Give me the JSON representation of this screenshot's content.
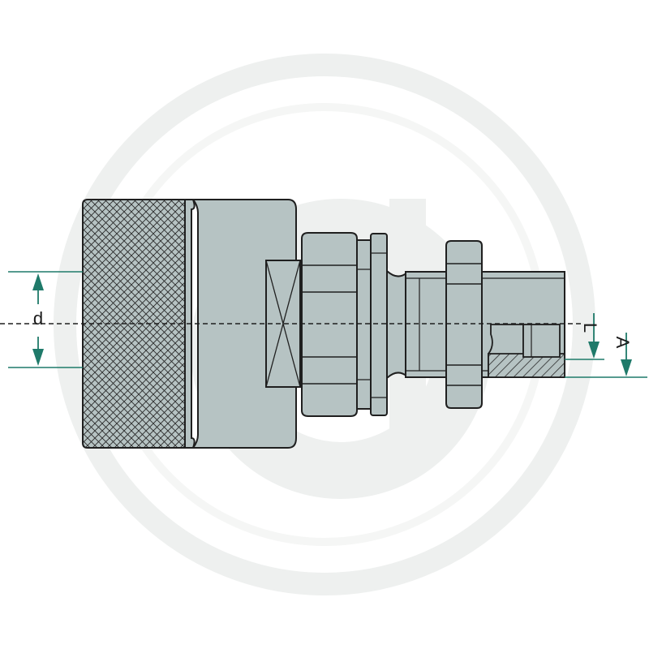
{
  "labels": {
    "diameter": "d",
    "length": "L",
    "depth": "A"
  },
  "colors": {
    "metal": "#b6c3c3",
    "outline": "#1f1f1f",
    "dimension_arrow": "#1f7a6a",
    "watermark": "#eef0ef"
  }
}
